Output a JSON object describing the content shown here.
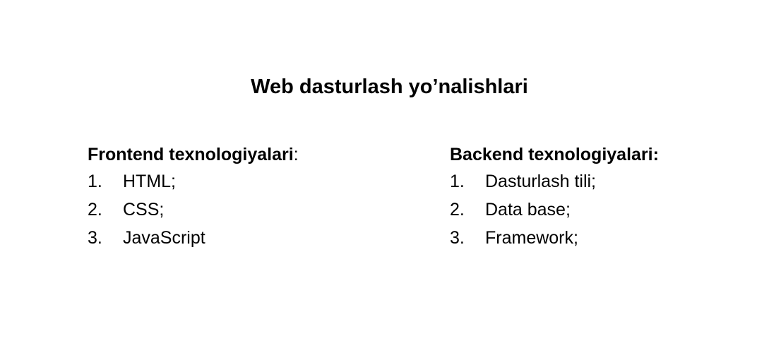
{
  "title": "Web dasturlash yo’nalishlari",
  "frontend": {
    "heading": "Frontend texnologiyalari",
    "heading_suffix": ":",
    "items": [
      {
        "num": "1.",
        "text": "HTML;"
      },
      {
        "num": "2.",
        "text": "CSS;"
      },
      {
        "num": "3.",
        "text": "JavaScript"
      }
    ]
  },
  "backend": {
    "heading": "Backend texnologiyalari:",
    "items": [
      {
        "num": "1.",
        "text": "Dasturlash tili;"
      },
      {
        "num": "2.",
        "text": "Data base;"
      },
      {
        "num": "3.",
        "text": "Framework;"
      }
    ]
  }
}
